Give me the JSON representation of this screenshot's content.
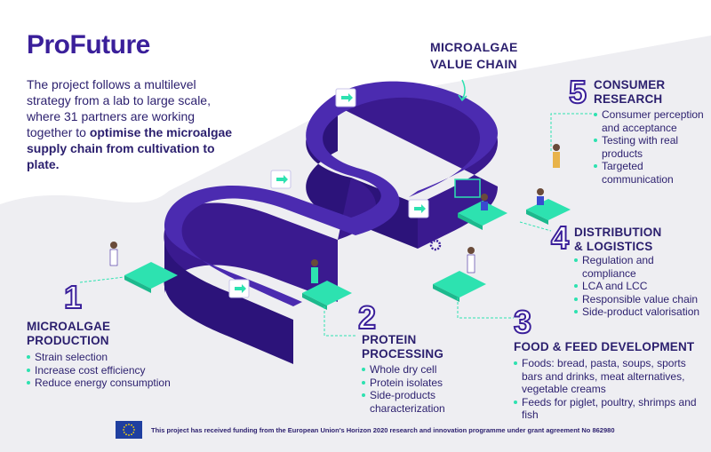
{
  "header": {
    "title": "ProFuture",
    "intro_plain": "The project follows a multilevel strategy from a lab to large scale, where 31 partners are working together to ",
    "intro_bold": "optimise the microalgae supply chain from cultivation to plate."
  },
  "value_chain": {
    "line1": "MICROALGAE",
    "line2": "VALUE CHAIN"
  },
  "stages": [
    {
      "number": "1",
      "title_line1": "MICROALGAE",
      "title_line2": "PRODUCTION",
      "bullets": [
        "Strain selection",
        "Increase cost efficiency",
        "Reduce energy consumption"
      ]
    },
    {
      "number": "2",
      "title_line1": "PROTEIN",
      "title_line2": "PROCESSING",
      "bullets": [
        "Whole dry cell",
        "Protein isolates",
        "Side-products characterization"
      ]
    },
    {
      "number": "3",
      "title_line1": "FOOD & FEED DEVELOPMENT",
      "title_line2": "",
      "bullets": [
        "Foods: bread, pasta, soups, sports bars and drinks, meat alternatives, vegetable creams",
        "Feeds for piglet, poultry, shrimps and fish"
      ]
    },
    {
      "number": "4",
      "title_line1": "DISTRIBUTION",
      "title_line2": "& LOGISTICS",
      "bullets": [
        "Regulation and compliance",
        "LCA and LCC",
        "Responsible value chain",
        "Side-product valorisation"
      ]
    },
    {
      "number": "5",
      "title_line1": "CONSUMER",
      "title_line2": "RESEARCH",
      "bullets": [
        "Consumer perception and acceptance",
        "Testing with real products",
        "Targeted communication"
      ]
    }
  ],
  "footer": {
    "text": "This project has received funding from the European Union's Horizon 2020 research and innovation programme under grant agreement No 862980",
    "flag_icon": "eu-flag-icon"
  },
  "colors": {
    "primary": "#3a1f9a",
    "accent": "#2de2b0",
    "text": "#2b1f6e",
    "background_wave": "#eeeef2"
  }
}
